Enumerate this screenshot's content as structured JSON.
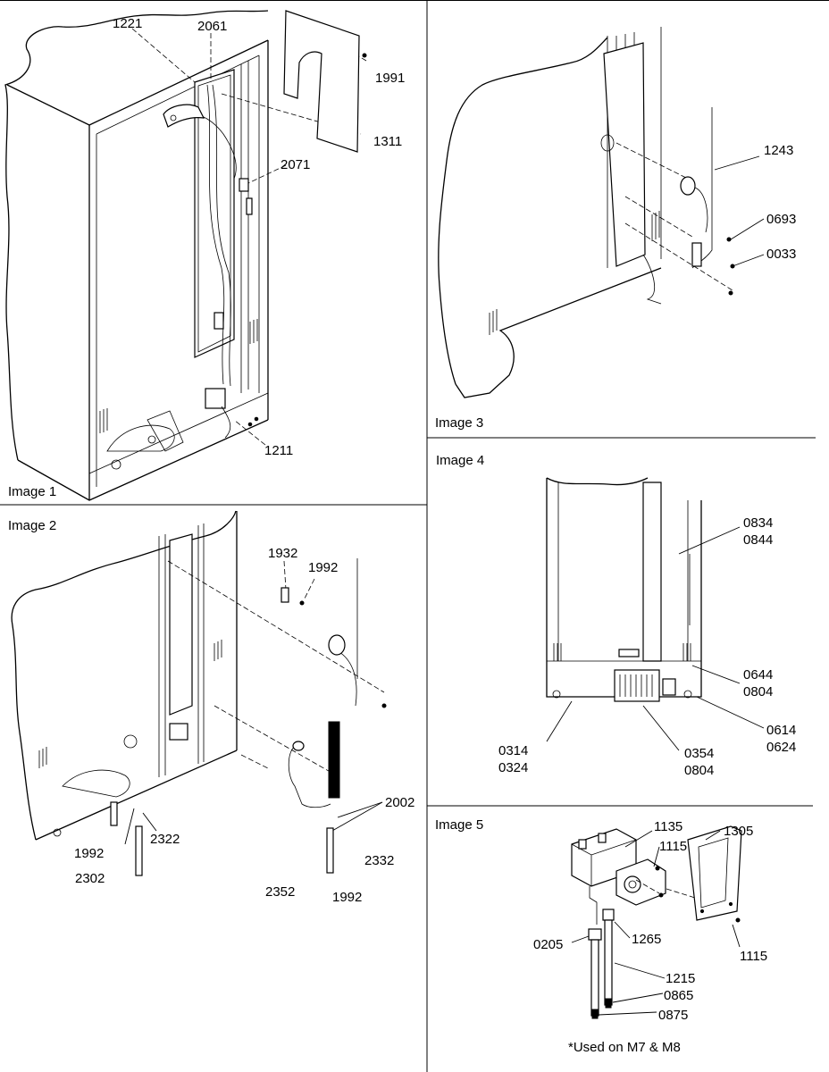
{
  "panels": {
    "image1": {
      "title": "Image 1",
      "callouts": [
        "1221",
        "2061",
        "1991",
        "1311",
        "2071",
        "1211"
      ]
    },
    "image2": {
      "title": "Image 2",
      "callouts": [
        "1932",
        "1992",
        "2002",
        "1992",
        "2322",
        "2302",
        "2332",
        "2352",
        "1992"
      ]
    },
    "image3": {
      "title": "Image 3",
      "callouts": [
        "1243",
        "0693",
        "0033"
      ]
    },
    "image4": {
      "title": "Image 4",
      "callouts": [
        "0834",
        "0844",
        "0644",
        "0804",
        "0614",
        "0624",
        "0314",
        "0324",
        "0354",
        "0804"
      ]
    },
    "image5": {
      "title": "Image 5",
      "callouts": [
        "1135",
        "1115",
        "1305",
        "1115",
        "1265",
        "0205",
        "1215",
        "0865",
        "0875"
      ],
      "note": "*Used on M7 & M8"
    }
  }
}
